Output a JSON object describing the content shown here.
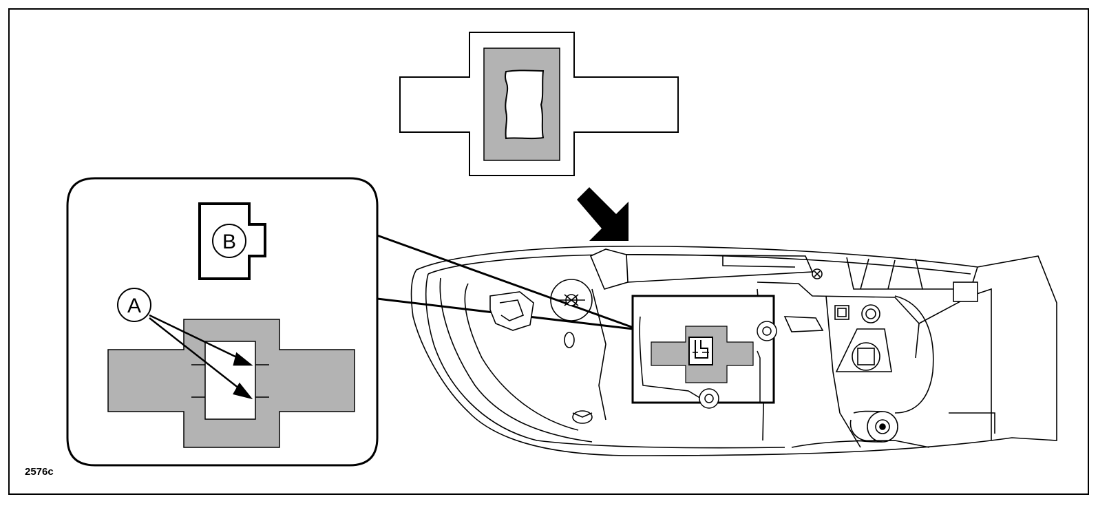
{
  "figure": {
    "reference_code": "2576c",
    "callouts": {
      "a": "A",
      "b": "B"
    }
  },
  "colors": {
    "line": "#000000",
    "fill_gray": "#b3b3b3",
    "background": "#ffffff"
  }
}
